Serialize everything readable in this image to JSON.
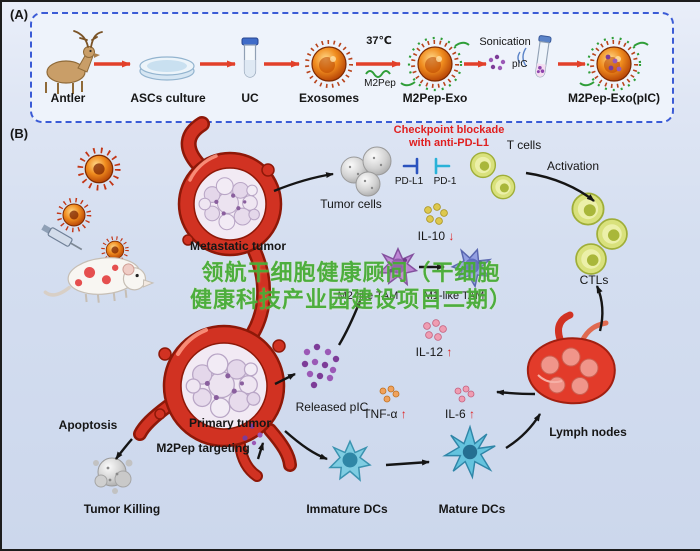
{
  "colors": {
    "red": "#e01f1f",
    "wmgreen": "#48ad36",
    "vessel_red": "#d13222",
    "exosome_orange": "#f08c1e",
    "pic_purple": "#8e44ad",
    "panel_border_blue": "#3b5bd6"
  },
  "watermark": {
    "line1": "领航干细胞健康顾问（干细胞",
    "line2": "健康科技产业园建设项目二期）"
  },
  "panelA": {
    "tag": "(A)",
    "antler": "Antler",
    "ascs": "ASCs culture",
    "uc": "UC",
    "exosomes": "Exosomes",
    "temp": "37℃",
    "m2pep": "M2Pep",
    "m2pep_exo": "M2Pep-Exo",
    "sonication": "Sonication",
    "pic": "pIC",
    "m2pep_exo_pic": "M2Pep-Exo(pIC)"
  },
  "panelB": {
    "tag": "(B)",
    "checkpoint_line1": "Checkpoint blockade",
    "checkpoint_line2": "with anti-PD-L1",
    "t_cells": "T cells",
    "activation": "Activation",
    "tumor_cells": "Tumor cells",
    "pd_l1": "PD-L1",
    "pd_1": "PD-1",
    "metastatic_tumor": "Metastatic tumor",
    "il10": "IL-10",
    "ctls": "CTLs",
    "m2_tam": "M2-like TAM",
    "m1_tam": "M1-like TAM",
    "il12": "IL-12",
    "released_pic": "Released pIC",
    "tnfa": "TNF-α",
    "il6": "IL-6",
    "lymph_nodes": "Lymph nodes",
    "apoptosis": "Apoptosis",
    "primary_tumor": "Primary tumor",
    "m2pep_targeting": "M2Pep targeting",
    "tumor_killing": "Tumor Killing",
    "immature_dcs": "Immature DCs",
    "mature_dcs": "Mature DCs",
    "arrow_up": "↑",
    "arrow_down": "↓"
  }
}
